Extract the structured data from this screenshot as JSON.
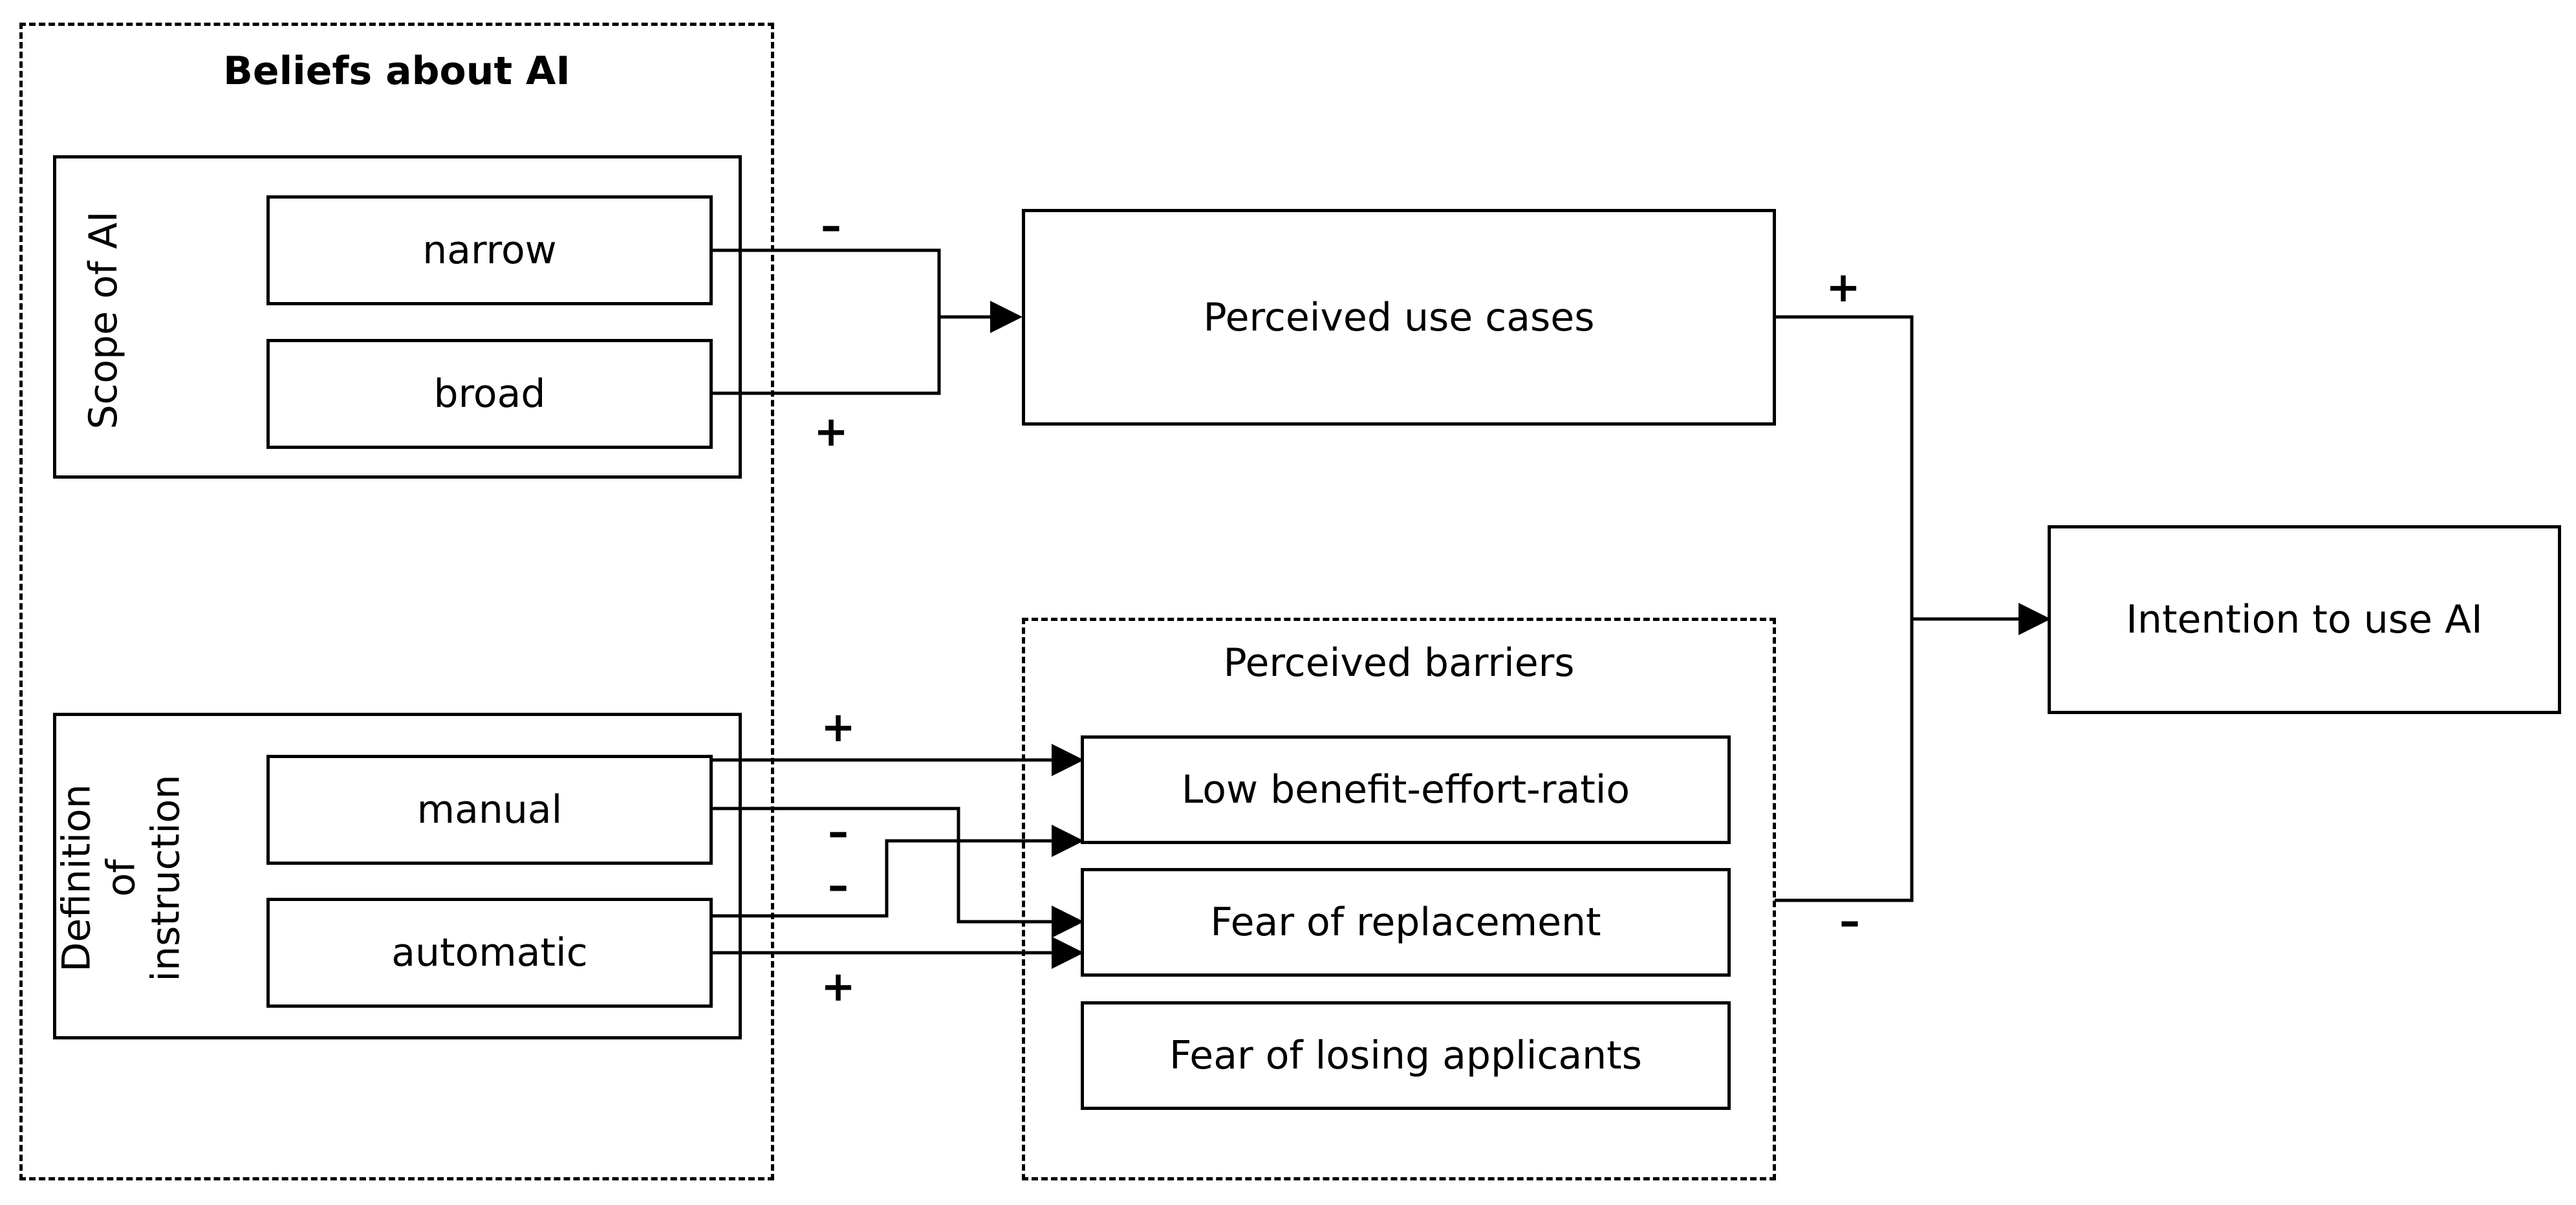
{
  "beliefs": {
    "title": "Beliefs about AI",
    "scope": {
      "label": "Scope of AI",
      "items": [
        "narrow",
        "broad"
      ]
    },
    "definition": {
      "label_line1": "Definition of",
      "label_line2": "instruction",
      "items": [
        "manual",
        "automatic"
      ]
    }
  },
  "perceived_use_cases": "Perceived use cases",
  "perceived_barriers": {
    "title": "Perceived barriers",
    "items": [
      "Low benefit-effort-ratio",
      "Fear of replacement",
      "Fear of losing applicants"
    ]
  },
  "intention": "Intention to use AI",
  "signs": {
    "narrow_to_use_cases": "–",
    "broad_to_use_cases": "+",
    "use_cases_to_intention": "+",
    "barriers_to_intention": "–",
    "manual_to_low_benefit": "+",
    "manual_to_fear_replacement": "–",
    "automatic_to_low_benefit": "–",
    "automatic_to_fear_replacement": "+"
  }
}
